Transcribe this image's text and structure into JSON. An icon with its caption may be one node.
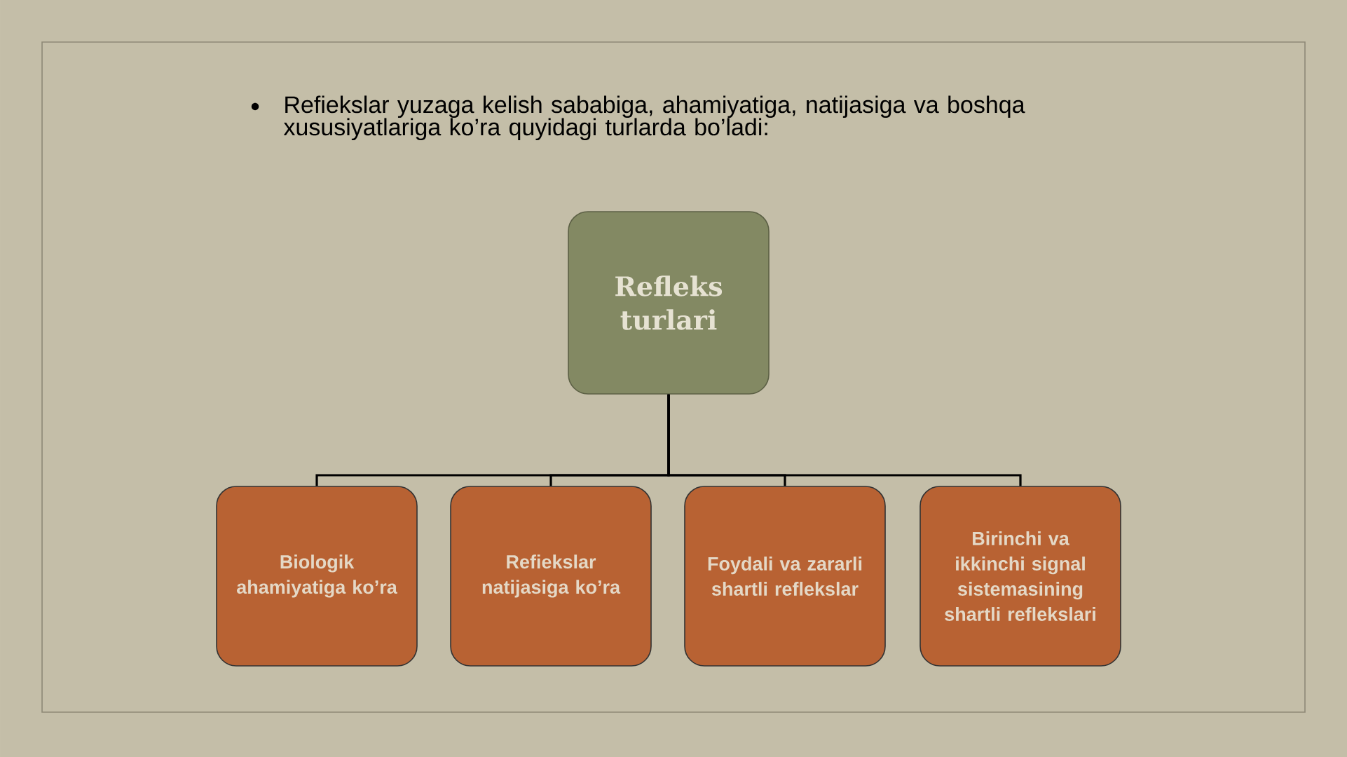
{
  "diagram": {
    "nodes": [
      {
        "text": [
          "Refleks turlari"
        ]
      },
      {
        "text": [
          "Biologik ahamiyatiga ko’ra"
        ]
      },
      {
        "text": [
          "Refiekslar natijasiga ko’ra"
        ]
      },
      {
        "text": [
          "Foydali va zararli shartli reflekslar"
        ]
      },
      {
        "text": [
          "Birinchi va ikkinchi signal sistemasining shartli reflekslari"
        ]
      }
    ],
    "edges": [
      {
        "from": 0,
        "to": 1,
        "arrow": "none"
      },
      {
        "from": 0,
        "to": 2,
        "arrow": "none"
      },
      {
        "from": 0,
        "to": 3,
        "arrow": "none"
      },
      {
        "from": 0,
        "to": 4,
        "arrow": "none"
      }
    ],
    "labels": [
      "Refiekslar yuzaga kelish sababiga, ahamiyatiga, natijasiga va boshqa xususiyatlariga ko’ra quyidagi turlarda bo’ladi:"
    ]
  }
}
